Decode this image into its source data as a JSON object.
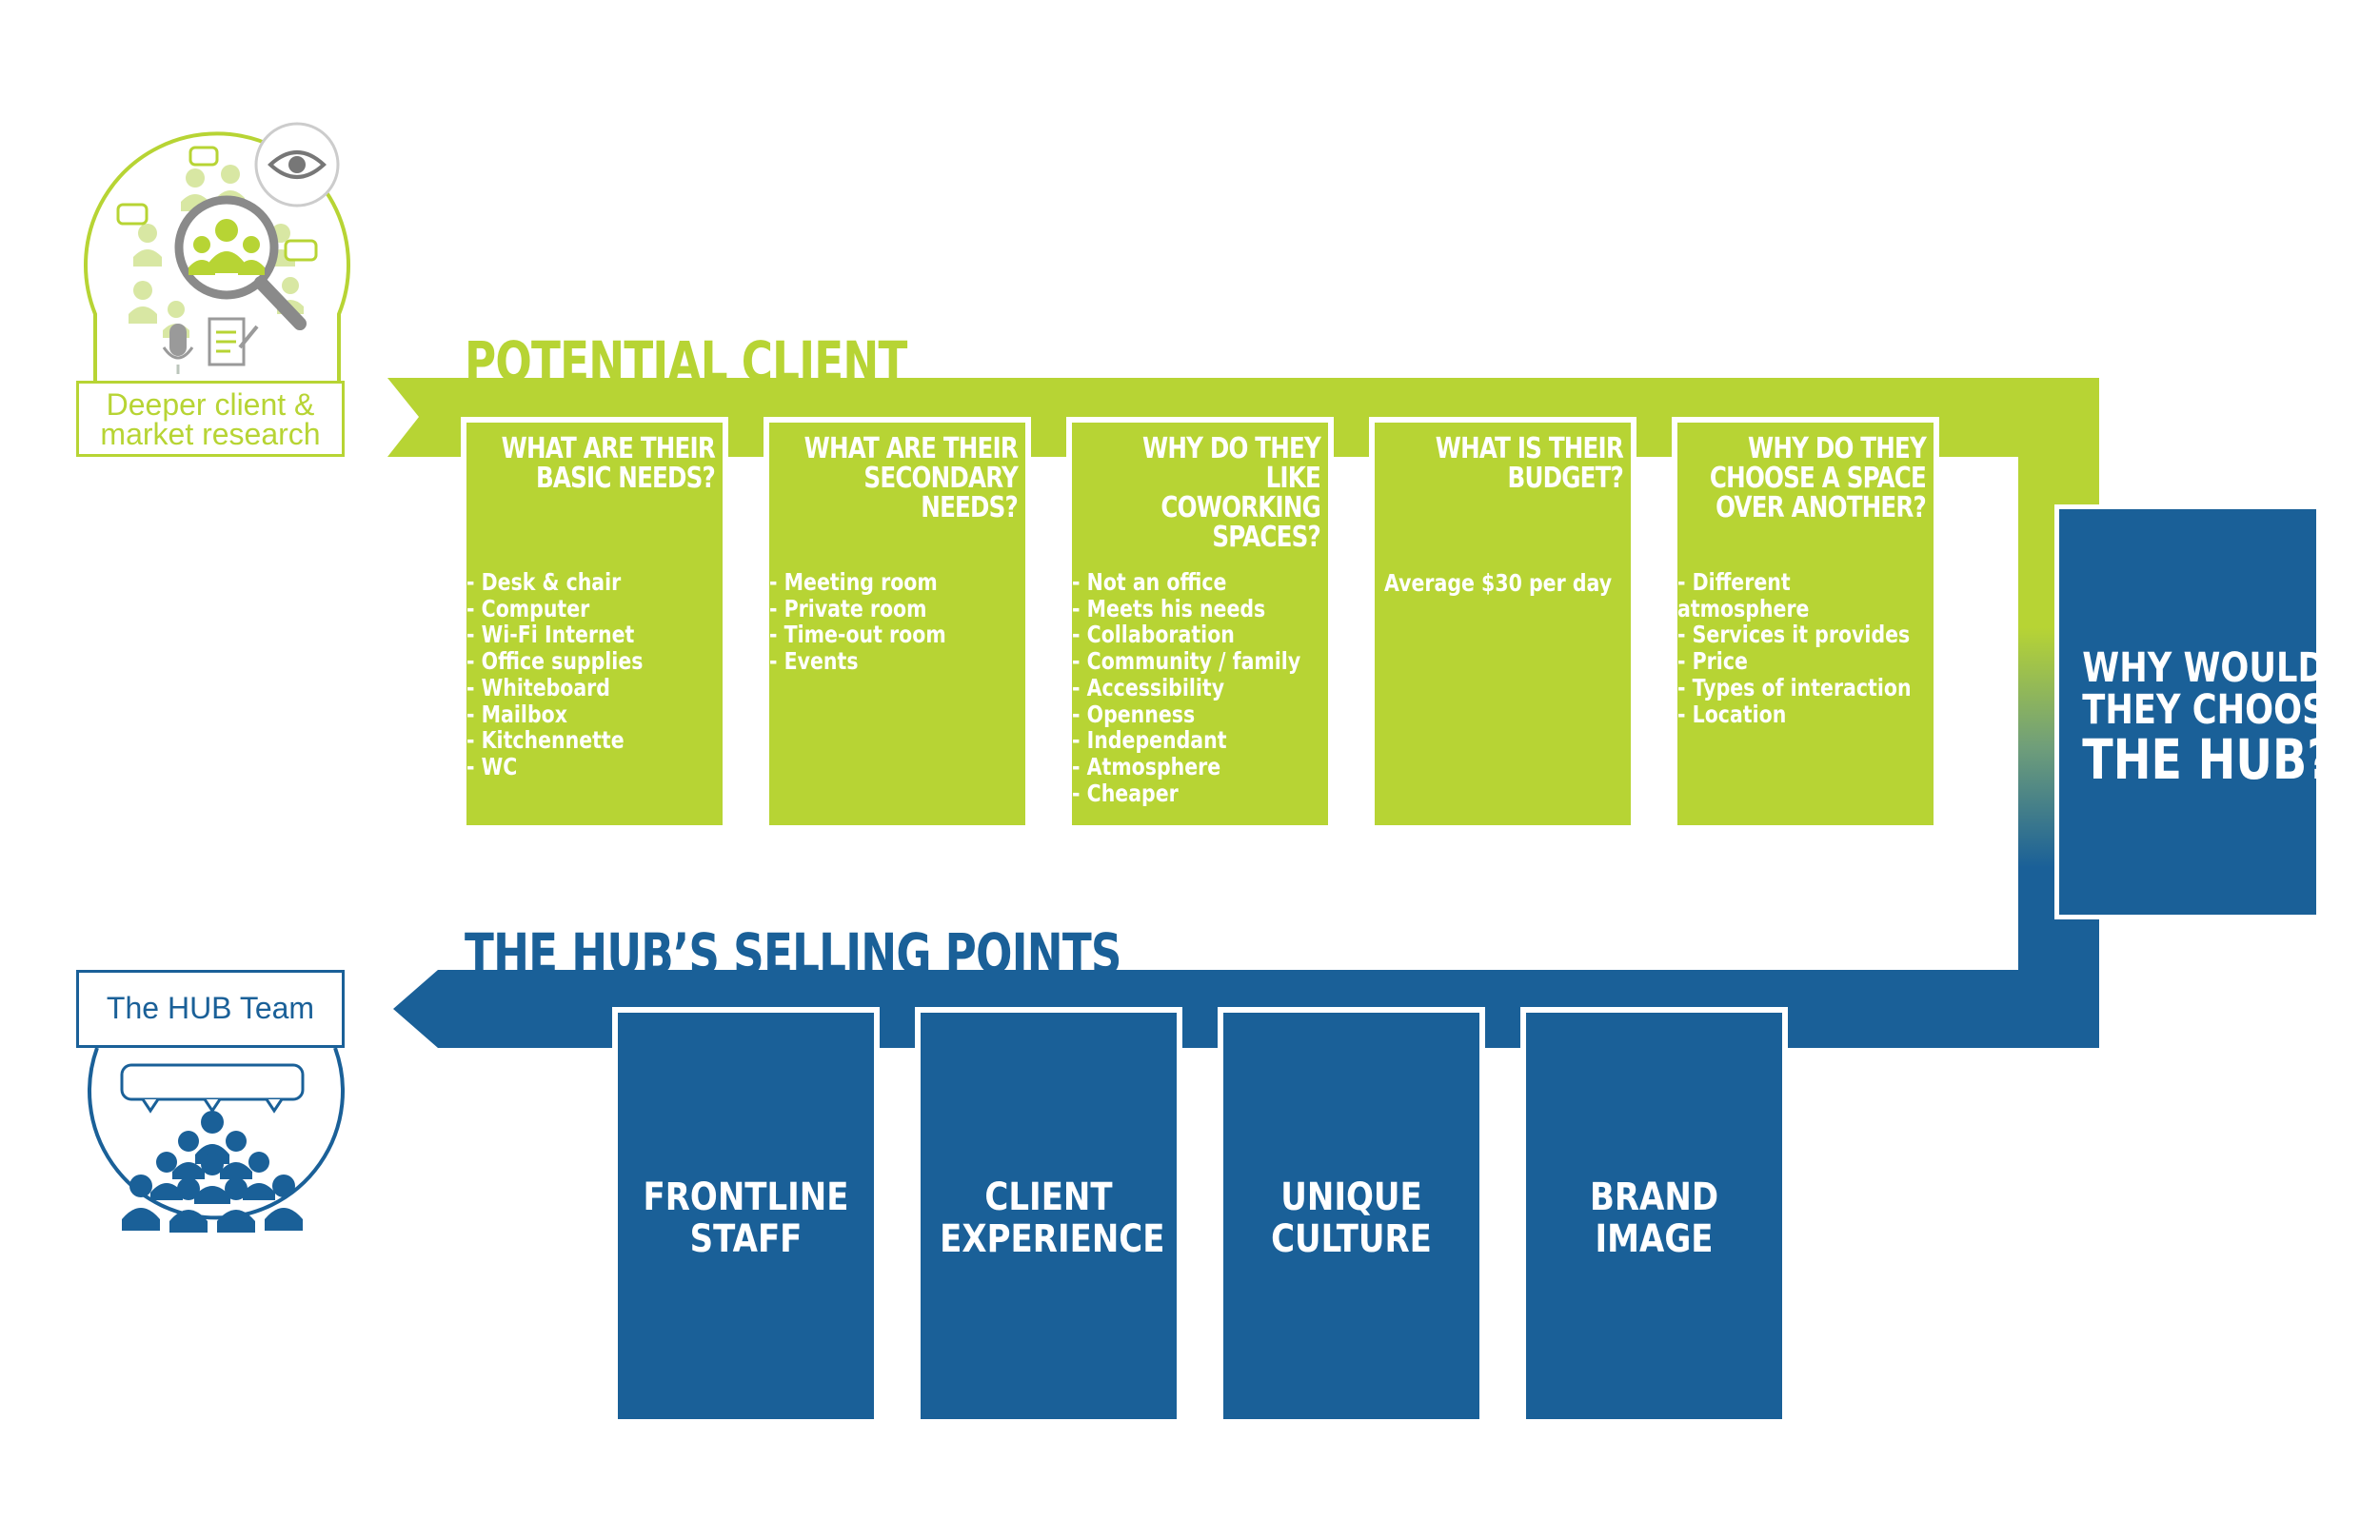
{
  "research": {
    "label_line1": "Deeper client &",
    "label_line2": "market research"
  },
  "team": {
    "label": "The HUB Team"
  },
  "potential_client": {
    "title": "POTENTIAL CLIENT",
    "cards": [
      {
        "question": [
          "WHAT ARE THEIR",
          "BASIC NEEDS?"
        ],
        "items": [
          "Desk & chair",
          "Computer",
          "Wi-Fi Internet",
          "Office supplies",
          "Whiteboard",
          "Mailbox",
          "Kitchennette",
          "WC"
        ]
      },
      {
        "question": [
          "WHAT ARE THEIR",
          "SECONDARY",
          "NEEDS?"
        ],
        "items": [
          "Meeting room",
          "Private room",
          "Time-out room",
          "Events"
        ]
      },
      {
        "question": [
          "WHY DO THEY",
          "LIKE COWORKING",
          "SPACES?"
        ],
        "items": [
          "Not an office",
          "Meets his needs",
          "Collaboration",
          "Community / family",
          "Accessibility",
          "Openness",
          "Independant",
          "Atmosphere",
          "Cheaper"
        ]
      },
      {
        "question": [
          "WHAT IS THEIR",
          "BUDGET?"
        ],
        "single": "Average $30 per day"
      },
      {
        "question": [
          "WHY DO THEY",
          "CHOOSE A SPACE",
          "OVER ANOTHER?"
        ],
        "items": [
          "Different atmosphere",
          "Services it provides",
          "Price",
          "Types of interaction",
          "Location"
        ]
      }
    ]
  },
  "why_box": {
    "line1": "WHY WOULD",
    "line2": "THEY CHOOSE",
    "line3": "THE HUB?"
  },
  "selling_points": {
    "title": "THE HUB’S SELLING POINTS",
    "cards": [
      [
        "FRONTLINE",
        "STAFF"
      ],
      [
        "CLIENT",
        "EXPERIENCE"
      ],
      [
        "UNIQUE",
        "CULTURE"
      ],
      [
        "BRAND",
        "IMAGE"
      ]
    ]
  },
  "colors": {
    "green": "#b7d434",
    "blue": "#1a6098"
  }
}
